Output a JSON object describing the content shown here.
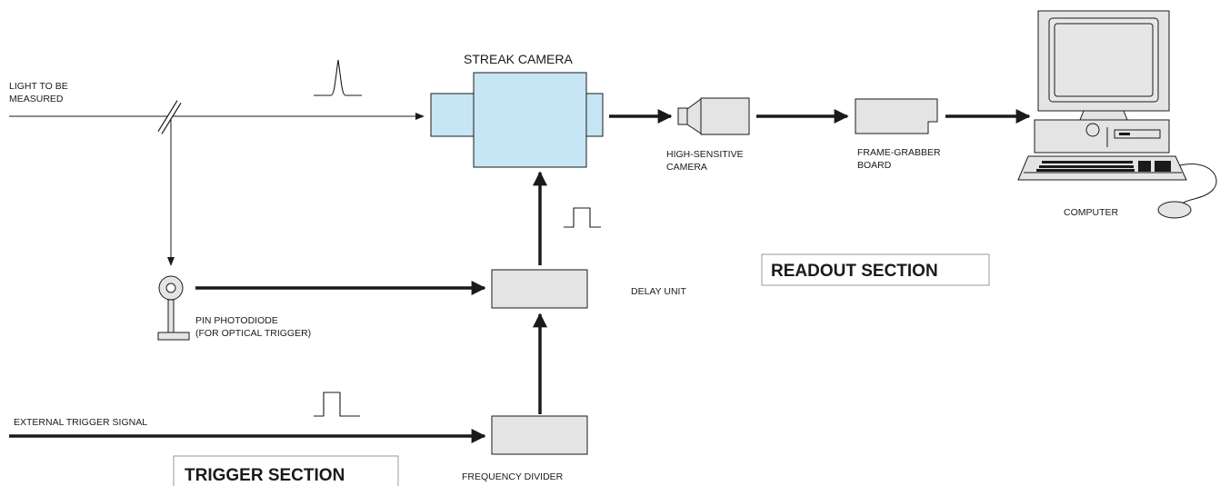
{
  "labels": {
    "light_to_be_measured": [
      "LIGHT TO BE",
      "MEASURED"
    ],
    "streak_camera": "STREAK CAMERA",
    "high_sensitive_camera": [
      "HIGH-SENSITIVE",
      "CAMERA"
    ],
    "frame_grabber_board": [
      "FRAME-GRABBER",
      "BOARD"
    ],
    "computer": "COMPUTER",
    "delay_unit": "DELAY UNIT",
    "pin_photodiode": [
      "PIN PHOTODIODE",
      "(FOR OPTICAL TRIGGER)"
    ],
    "external_trigger_signal": "EXTERNAL TRIGGER SIGNAL",
    "frequency_divider": "FREQUENCY DIVIDER"
  },
  "sections": {
    "readout": "READOUT SECTION",
    "trigger": "TRIGGER SECTION"
  },
  "colors": {
    "streak_camera_fill": "#c6e6f6",
    "unit_box_fill": "#e4e4e4",
    "line": "#1a1a1a",
    "section_border": "#9a9a9a"
  }
}
